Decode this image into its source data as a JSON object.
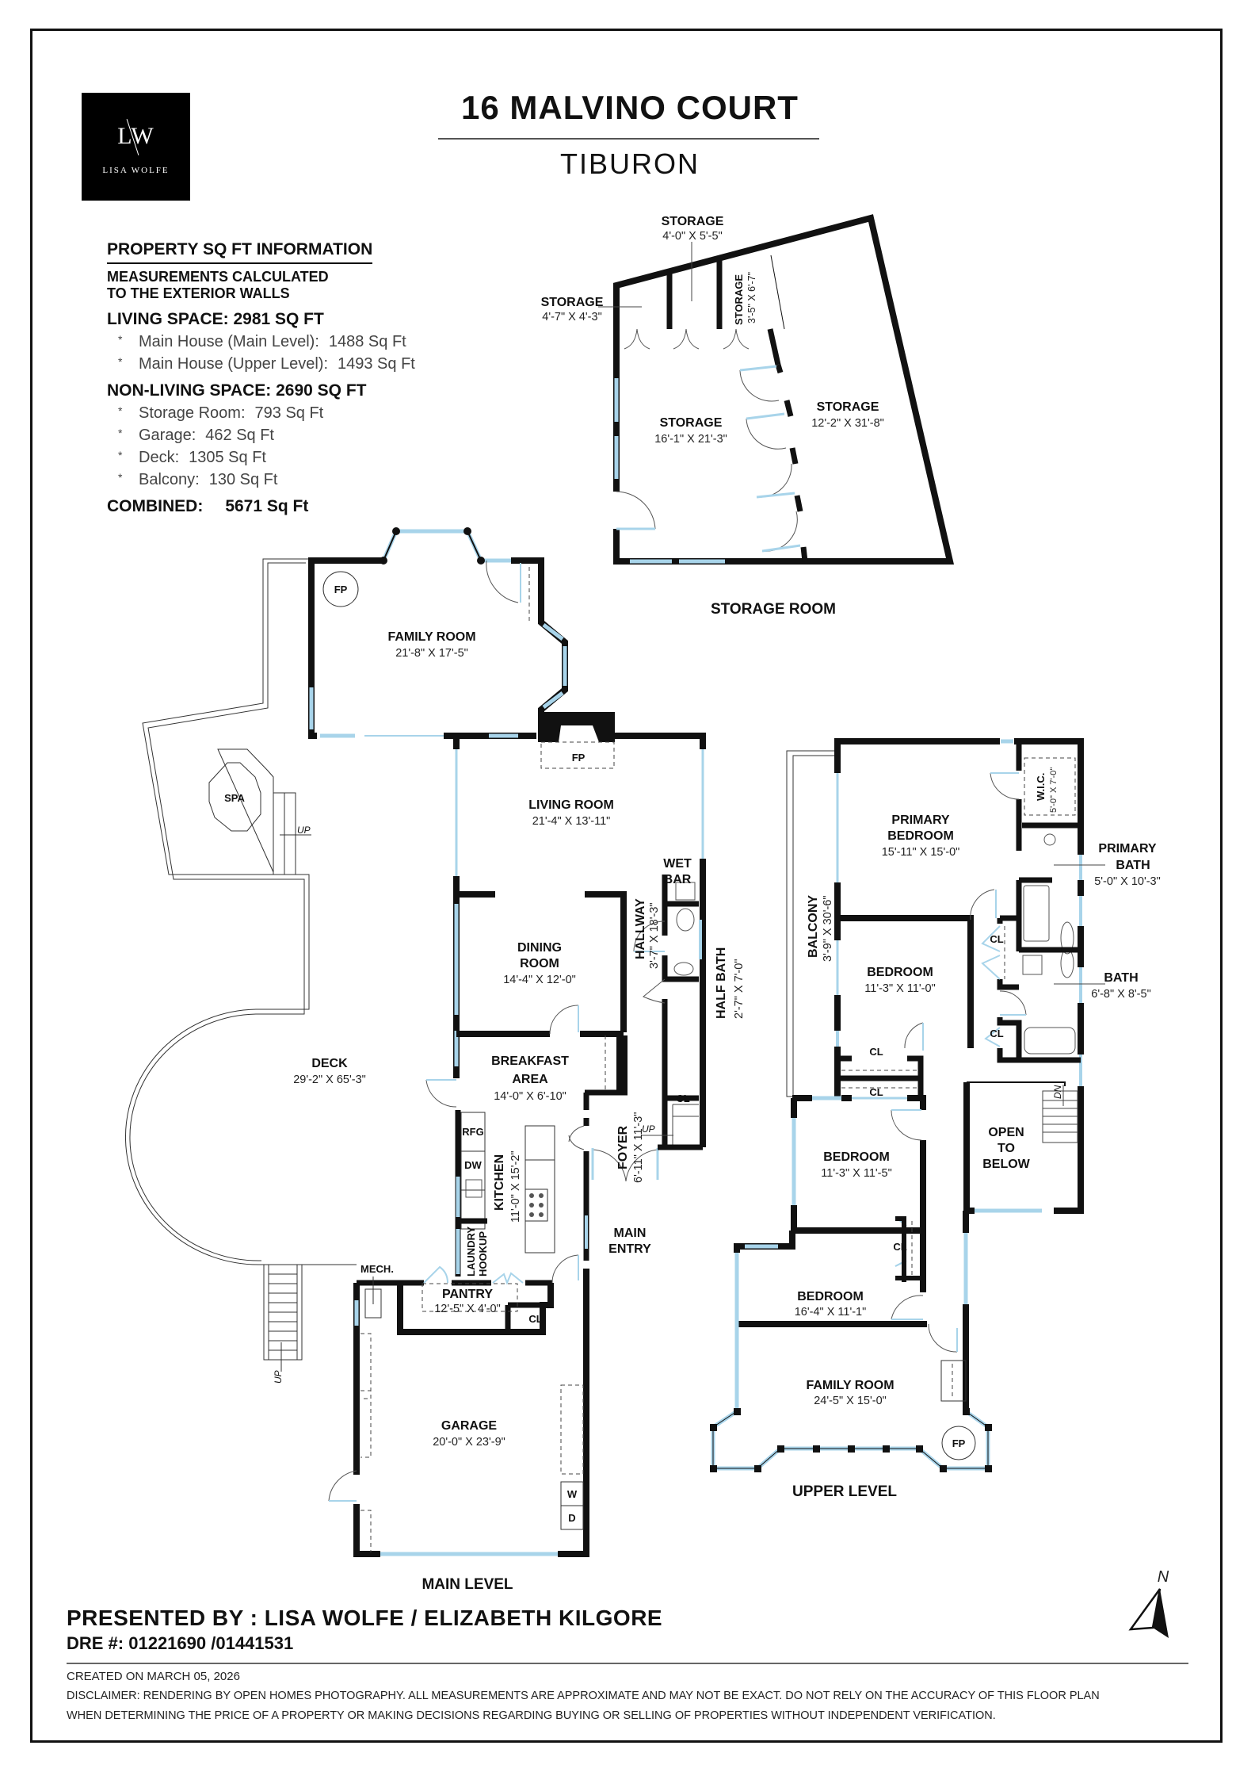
{
  "header": {
    "logo_monogram": "LW",
    "logo_name": "LISA WOLFE",
    "address": "16 MALVINO COURT",
    "city": "TIBURON"
  },
  "sqft_info": {
    "heading": "PROPERTY SQ FT INFORMATION",
    "note_line1": "MEASUREMENTS CALCULATED",
    "note_line2": "TO THE EXTERIOR WALLS",
    "living_heading": "LIVING SPACE: 2981 SQ FT",
    "living_items": [
      {
        "label": "Main House (Main Level):",
        "value": "1488 Sq Ft"
      },
      {
        "label": "Main House (Upper Level):",
        "value": "1493 Sq Ft"
      }
    ],
    "nonliving_heading": "NON-LIVING SPACE: 2690 SQ FT",
    "nonliving_items": [
      {
        "label": "Storage Room:",
        "value": "793 Sq Ft"
      },
      {
        "label": "Garage:",
        "value": "462 Sq Ft"
      },
      {
        "label": "Deck:",
        "value": "1305 Sq Ft"
      },
      {
        "label": "Balcony:",
        "value": "130 Sq Ft"
      }
    ],
    "combined_label": "COMBINED:",
    "combined_value": "5671  Sq Ft",
    "bullet": "*"
  },
  "storage_room": {
    "level_label": "STORAGE ROOM",
    "rooms": [
      {
        "name": "STORAGE",
        "dims": "4'-0\" X 5'-5\""
      },
      {
        "name": "STORAGE",
        "dims": "4'-7\" X 4'-3\""
      },
      {
        "name": "STORAGE",
        "dims": "3'-5\" X 6'-7\""
      },
      {
        "name": "STORAGE",
        "dims": "16'-1\" X 21'-3\""
      },
      {
        "name": "STORAGE",
        "dims": "12'-2\" X 31'-8\""
      }
    ]
  },
  "main_level": {
    "level_label": "MAIN LEVEL",
    "rooms": {
      "family_room": {
        "name": "FAMILY ROOM",
        "dims": "21'-8\" X 17'-5\""
      },
      "living_room": {
        "name": "LIVING ROOM",
        "dims": "21'-4\" X 13'-11\""
      },
      "dining_room": {
        "name1": "DINING",
        "name2": "ROOM",
        "dims": "14'-4\" X 12'-0\""
      },
      "breakfast": {
        "name1": "BREAKFAST",
        "name2": "AREA",
        "dims": "14'-0\" X 6'-10\""
      },
      "kitchen": {
        "name": "KITCHEN",
        "dims": "11'-0\" X 15'-2\""
      },
      "hallway": {
        "name": "HALLWAY",
        "dims": "3'-7\" X 18'-3\""
      },
      "half_bath": {
        "name": "HALF BATH",
        "dims": "2'-7\" X 7'-0\""
      },
      "wet_bar": {
        "name1": "WET",
        "name2": "BAR"
      },
      "foyer": {
        "name": "FOYER",
        "dims": "6'-11\" X 11'-3\""
      },
      "main_entry": {
        "name1": "MAIN",
        "name2": "ENTRY"
      },
      "pantry": {
        "name": "PANTRY",
        "dims": "12'-5\" X 4'-0\""
      },
      "laundry": {
        "name1": "LAUNDRY",
        "name2": "HOOKUP"
      },
      "garage": {
        "name": "GARAGE",
        "dims": "20'-0\" X 23'-9\""
      },
      "deck": {
        "name": "DECK",
        "dims": "29'-2\" X 65'-3\""
      },
      "spa": {
        "name": "SPA"
      },
      "mech": {
        "name": "MECH."
      }
    },
    "fixtures": {
      "fp": "FP",
      "cl": "CL",
      "rfg": "RFG",
      "dw": "DW",
      "w": "W",
      "d": "D",
      "up": "UP"
    }
  },
  "upper_level": {
    "level_label": "UPPER LEVEL",
    "rooms": {
      "primary_bedroom": {
        "name1": "PRIMARY",
        "name2": "BEDROOM",
        "dims": "15'-11\" X 15'-0\""
      },
      "wic": {
        "name": "W.I.C.",
        "dims": "5'-0\" X 7'-0\""
      },
      "primary_bath": {
        "name1": "PRIMARY",
        "name2": "BATH",
        "dims": "5'-0\" X 10'-3\""
      },
      "balcony": {
        "name": "BALCONY",
        "dims": "3'-9\" X 30'-6\""
      },
      "bedroom_2": {
        "name": "BEDROOM",
        "dims": "11'-3\" X 11'-0\""
      },
      "bath": {
        "name": "BATH",
        "dims": "6'-8\" X 8'-5\""
      },
      "bedroom_3": {
        "name": "BEDROOM",
        "dims": "11'-3\" X 11'-5\""
      },
      "open_below": {
        "name1": "OPEN",
        "name2": "TO",
        "name3": "BELOW"
      },
      "bedroom_4": {
        "name": "BEDROOM",
        "dims": "16'-4\" X 11'-1\""
      },
      "family_room": {
        "name": "FAMILY ROOM",
        "dims": "24'-5\" X 15'-0\""
      }
    },
    "fixtures": {
      "fp": "FP",
      "cl": "CL",
      "dn": "DN"
    }
  },
  "compass": {
    "label": "N"
  },
  "footer": {
    "presented_by": "PRESENTED BY :  LISA WOLFE / ELIZABETH KILGORE",
    "dre": "DRE #: 01221690 /01441531",
    "created": "CREATED ON MARCH 05, 2026",
    "disclaimer_line1": "DISCLAIMER: RENDERING BY OPEN HOMES PHOTOGRAPHY. ALL MEASUREMENTS ARE APPROXIMATE AND MAY NOT BE EXACT. DO NOT RELY ON THE ACCURACY OF THIS FLOOR PLAN",
    "disclaimer_line2": "WHEN DETERMINING THE PRICE OF A PROPERTY OR MAKING DECISIONS REGARDING BUYING OR SELLING OF PROPERTIES WITHOUT INDEPENDENT VERIFICATION."
  },
  "colors": {
    "wall": "#111111",
    "window": "#a8d4ea",
    "background": "#ffffff"
  }
}
